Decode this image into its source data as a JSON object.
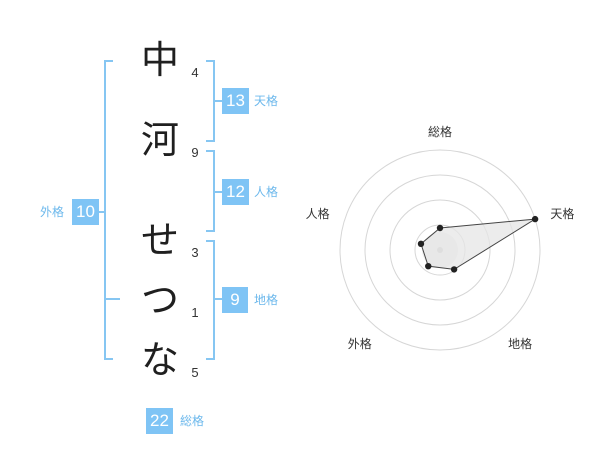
{
  "name_chars": [
    {
      "char": "中",
      "strokes": "4"
    },
    {
      "char": "河",
      "strokes": "9"
    },
    {
      "char": "せ",
      "strokes": "3"
    },
    {
      "char": "つ",
      "strokes": "1"
    },
    {
      "char": "な",
      "strokes": "5"
    }
  ],
  "fortunes": {
    "tenkaku": {
      "value": "13",
      "label": "天格"
    },
    "jinkaku": {
      "value": "12",
      "label": "人格"
    },
    "chikaku": {
      "value": "9",
      "label": "地格"
    },
    "gaikaku": {
      "value": "10",
      "label": "外格"
    },
    "soukaku": {
      "value": "22",
      "label": "総格"
    }
  },
  "chart_data": {
    "type": "radar",
    "axes": [
      "総格",
      "天格",
      "地格",
      "外格",
      "人格"
    ],
    "rings": 4,
    "values": [
      0.22,
      1.0,
      0.24,
      0.2,
      0.2
    ],
    "colors": {
      "grid": "#d6d6d6",
      "fill": "#e6e6e6",
      "line": "#444444",
      "point": "#222222",
      "center": "#c8c8c8"
    }
  }
}
